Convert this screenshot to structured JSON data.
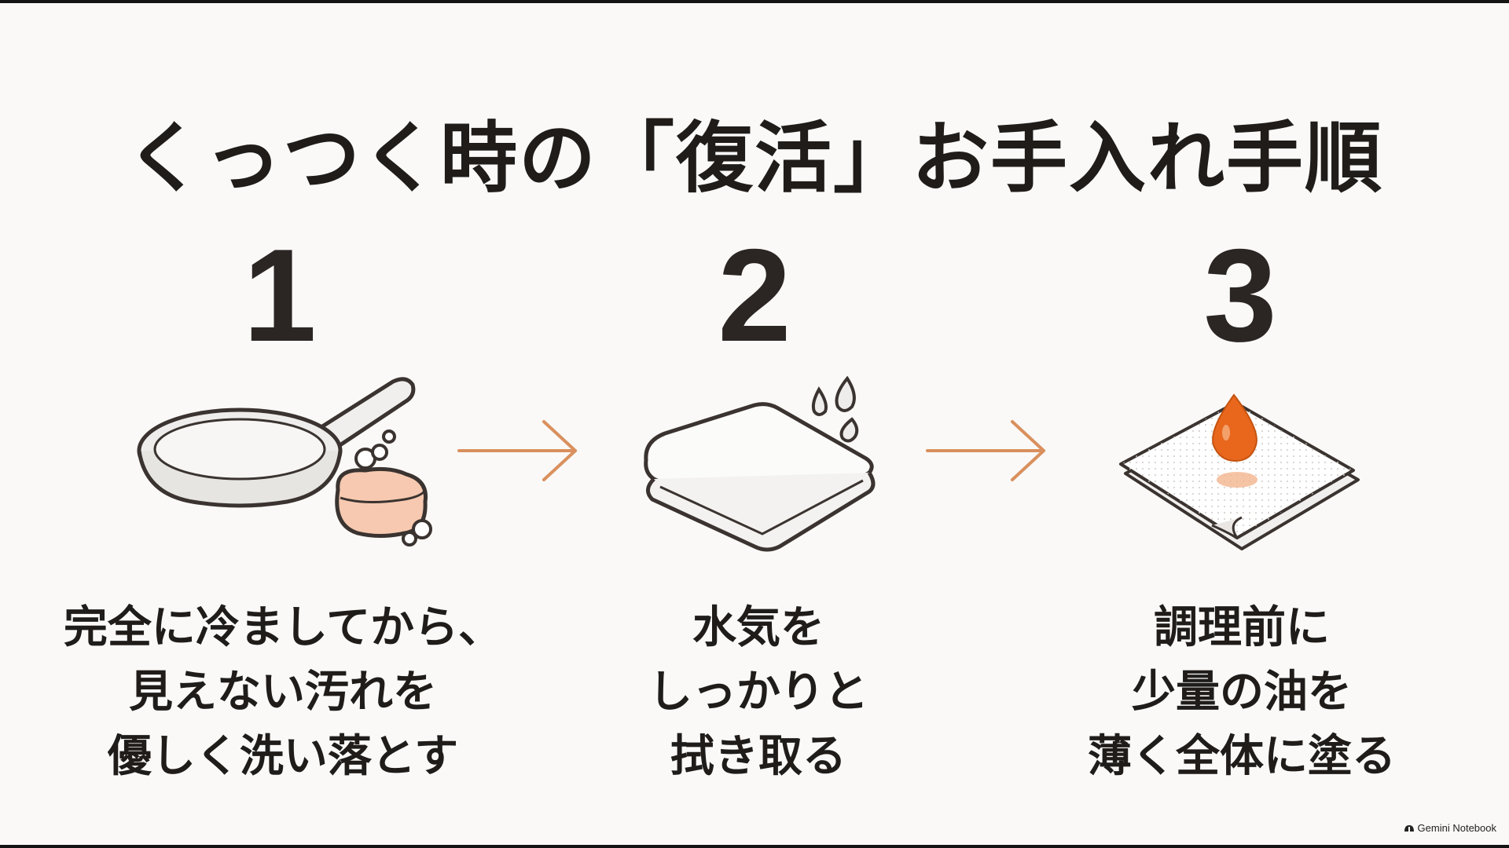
{
  "title": "くっつく時の「復活」お手入れ手順",
  "steps": [
    {
      "number": "1",
      "icon": "frying-pan-sponge-icon",
      "lines": [
        "完全に冷ましてから、",
        "見えない汚れを",
        "優しく洗い落とす"
      ]
    },
    {
      "number": "2",
      "icon": "towel-droplets-icon",
      "lines": [
        "水気を",
        "しっかりと",
        "拭き取る"
      ]
    },
    {
      "number": "3",
      "icon": "paper-towel-oil-icon",
      "lines": [
        "調理前に",
        "少量の油を",
        "薄く全体に塗る"
      ]
    }
  ],
  "watermark": "Gemini Notebook",
  "colors": {
    "background": "#faf9f7",
    "text": "#1f1c1a",
    "arrow": "#d9905e",
    "sponge": "#f6c9b0",
    "oil": "#e8671d"
  }
}
